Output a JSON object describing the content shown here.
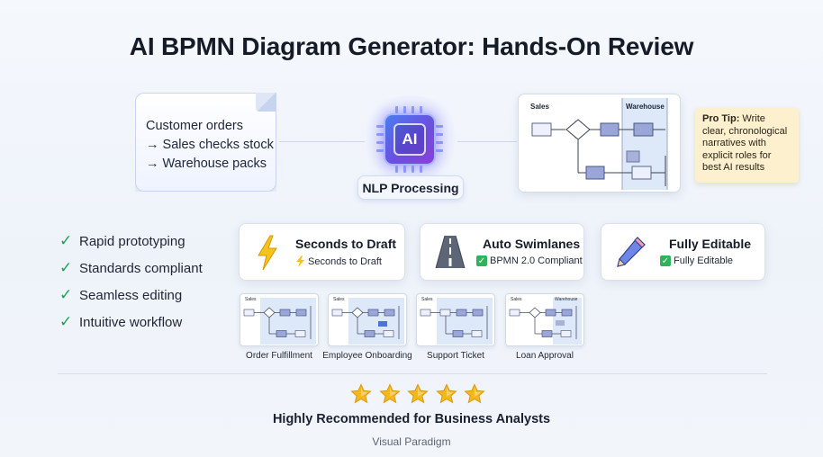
{
  "title": "AI BPMN Diagram Generator: Hands-On Review",
  "doc": {
    "lines": [
      "Customer orders",
      "→ Sales checks stock",
      "→ Warehouse packs"
    ]
  },
  "ai_chip": {
    "label": "AI"
  },
  "nlp_label": "NLP Processing",
  "diagram": {
    "lane_sales": "Sales",
    "lane_warehouse": "Warehouse"
  },
  "tip": {
    "heading": "Pro Tip:",
    "body": " Write clear, chronological narratives with explicit roles for best AI results"
  },
  "checklist": [
    "Rapid prototyping",
    "Standards compliant",
    "Seamless editing",
    "Intuitive workflow"
  ],
  "features": [
    {
      "title": "Seconds to Draft",
      "sub": "Seconds to Draft",
      "icon": "lightning-icon"
    },
    {
      "title": "Auto Swimlanes",
      "sub": "BPMN 2.0 Compliant",
      "icon": "road-icon"
    },
    {
      "title": "Fully Editable",
      "sub": "Fully Editable",
      "icon": "pencil-icon"
    }
  ],
  "templates": [
    {
      "name": "Order Fulfillment",
      "lane_left": "Sales",
      "lane_right": ""
    },
    {
      "name": "Employee Onboarding",
      "lane_left": "Sales",
      "lane_right": ""
    },
    {
      "name": "Support Ticket",
      "lane_left": "Sales",
      "lane_right": ""
    },
    {
      "name": "Loan Approval",
      "lane_left": "Sales",
      "lane_right": "Warehouse"
    }
  ],
  "rating": {
    "stars": 5,
    "max": 5,
    "label": "Highly Recommended for Business Analysts"
  },
  "brand": "Visual Paradigm",
  "colors": {
    "check_green": "#1aa15a",
    "task_fill": "#9aa6d8",
    "lane_shade": "#dde8f8",
    "tip_bg": "#fdf0cf",
    "star": "#f5b81c"
  }
}
